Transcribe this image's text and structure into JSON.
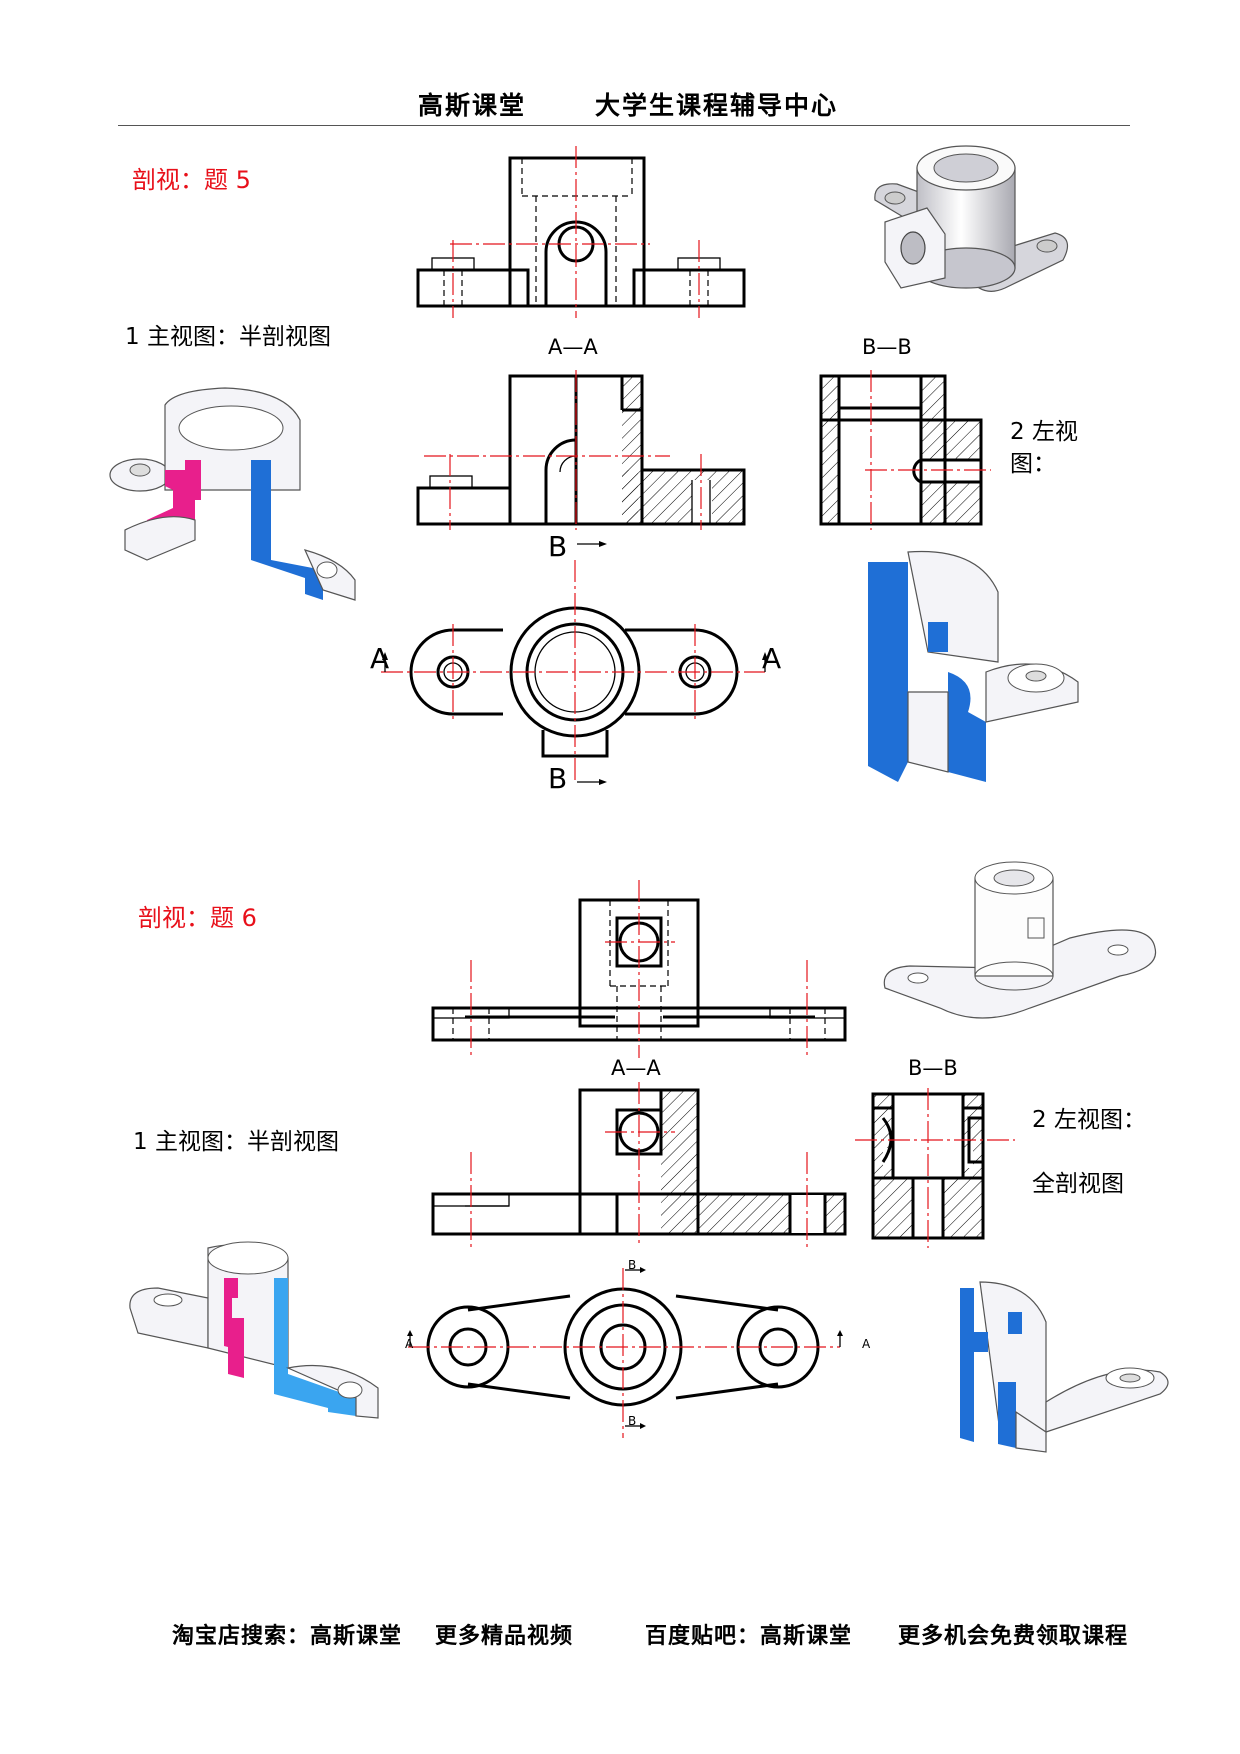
{
  "header": {
    "left": "高斯课堂",
    "right": "大学生课程辅导中心"
  },
  "problem5": {
    "title": "剖视：题 5",
    "q1": "1 主视图：半剖视图",
    "q2_line1": "2 左视",
    "q2_line2": "图：",
    "section_aa": "A—A",
    "section_bb": "B—B",
    "mark_a": "A",
    "mark_b": "B"
  },
  "problem6": {
    "title": "剖视：题 6",
    "q1": "1 主视图：半剖视图",
    "q2_line1": "2 左视图：",
    "q2_line2": "全剖视图",
    "section_aa": "A—A",
    "section_bb": "B—B",
    "mark_a": "A",
    "mark_b": "B"
  },
  "footer": {
    "item1": "淘宝店搜索：高斯课堂",
    "item2": "更多精品视频",
    "item3": "百度贴吧：高斯课堂",
    "item4": "更多机会免费领取课程"
  },
  "colors": {
    "accent_red": "#e8101a",
    "section_magenta": "#e81f8c",
    "section_blue": "#1f6fd6"
  }
}
